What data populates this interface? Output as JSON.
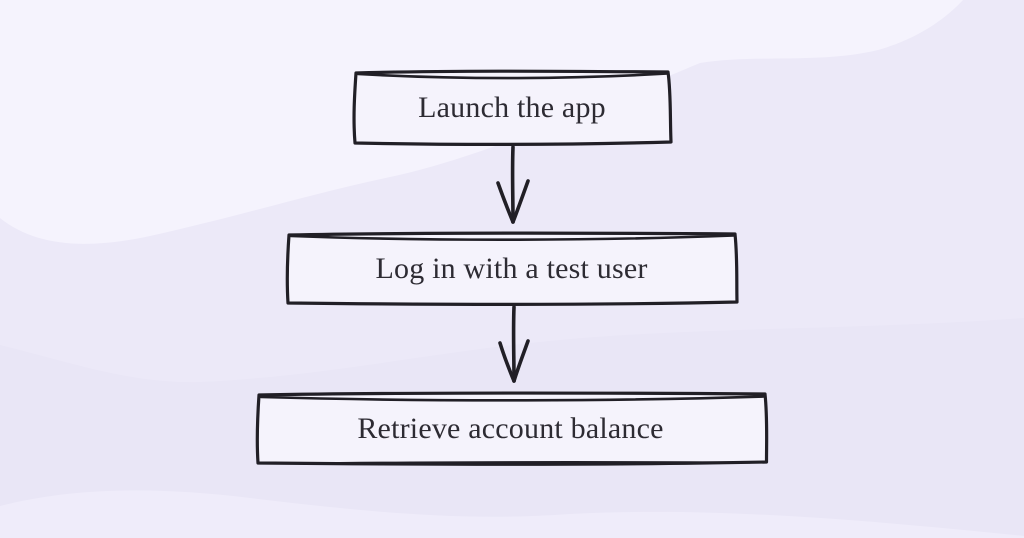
{
  "diagram": {
    "type": "flowchart",
    "direction": "top-down",
    "nodes": [
      {
        "id": "launch",
        "label": "Launch the app"
      },
      {
        "id": "login",
        "label": "Log in with a test user"
      },
      {
        "id": "retrieve",
        "label": "Retrieve account balance"
      }
    ],
    "connectors": [
      {
        "from": "launch",
        "to": "login",
        "style": "arrow-down"
      },
      {
        "from": "login",
        "to": "retrieve",
        "style": "arrow-down"
      }
    ],
    "colors": {
      "background_base": "#ece9f8",
      "background_light": "#f5f3fd",
      "background_mid": "#e9e6f6",
      "background_bottom": "#efecfa",
      "node_fill": "#f5f3fc",
      "stroke": "#211f26",
      "text": "#2d2b33"
    }
  }
}
